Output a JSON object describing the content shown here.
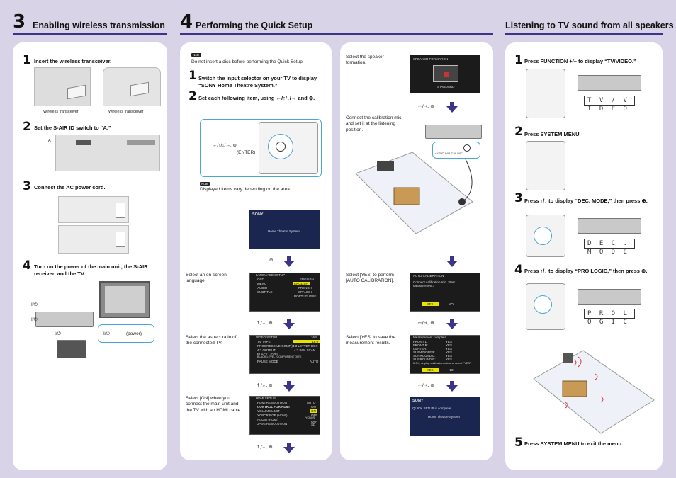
{
  "sec3": {
    "num": "3",
    "title": "Enabling wireless transmission",
    "step1": {
      "num": "1",
      "text": "Insert the wireless transceiver.",
      "label_a": "Wireless transceiver",
      "label_b": "Wireless transceiver"
    },
    "step2": {
      "num": "2",
      "text": "Set the S-AIR ID switch to “A.”",
      "label": "A"
    },
    "step3": {
      "num": "3",
      "text": "Connect the AC power cord."
    },
    "step4": {
      "num": "4",
      "text": "Turn on the power of the main unit, the S-AIR receiver, and the TV.",
      "power_a": "I/⏻",
      "power_b": "I/⏻",
      "power_c": "I/⏻",
      "power_label": "(power)"
    }
  },
  "sec4": {
    "num": "4",
    "title": "Performing the Quick Setup",
    "note_badge": "Note",
    "note1": "Do not insert a disc before performing the Quick Setup.",
    "step1": {
      "num": "1",
      "text": "Switch the input selector on your TV to display “SONY Home Theatre System.”"
    },
    "step2": {
      "num": "2",
      "text": "Set each following item, using ←/↑/↓/→ and ⊕.",
      "remote_label": "←/↑/↓/→, ⊕",
      "enter_label": "(ENTER)"
    },
    "note2": "Displayed items vary depending on the area.",
    "screens": {
      "sony_logo": "SONY",
      "welcome": "Home Theatre System",
      "language": {
        "caption": "Select an on-screen language.",
        "title": "LANGUAGE SETUP",
        "rows": [
          "OSD",
          "MENU",
          "AUDIO",
          "SUBTITLE"
        ],
        "options": [
          "ENGLISH",
          "ENGLISH",
          "FRENCH",
          "SPANISH",
          "PORTUGUESE"
        ]
      },
      "video": {
        "caption": "Select the aspect ratio of the connected TV.",
        "title": "VIDEO SETUP",
        "rows": [
          "TV TYPE",
          "PROGRESSIVE(COMP.)",
          "4:3 OUTPUT",
          "BLACK LEVEL",
          "BLACK LEVEL (COMPONENT OUT)",
          "PAUSE MODE"
        ],
        "options": [
          "16:9",
          "16:9",
          "4:3 LETTER BOX",
          "4:3 PAN SCAN",
          "AUTO"
        ]
      },
      "hdmi": {
        "caption": "Select [ON] when you connect the main unit and the TV with an HDMI cable.",
        "title": "HDMI SETUP",
        "rows": [
          "HDMI RESOLUTION",
          "CONTROL FOR HDMI",
          "VOLUME LIMIT",
          "YCBCR/RGB (HDMI)",
          "AUDIO (HDMI)",
          "JPEG RESOLUTION"
        ],
        "options": [
          "AUTO",
          "ON",
          "ON",
          "OFF",
          "YCBCR",
          "OFF",
          "SD"
        ]
      },
      "speaker": {
        "caption": "Select the speaker formation.",
        "title": "SPEAKER FORMATION",
        "label": "STANDARD"
      },
      "mic": {
        "caption": "Connect the calibration mic and set it at the listening position.",
        "jack_label": "AUDIO IN/A.CAL MIC"
      },
      "autocal": {
        "caption": "Select [YES] to perform [AUTO CALIBRATION].",
        "title": "AUTO CALIBRATION",
        "line": "Connect calibration mic. Start measurement?",
        "yes": "YES",
        "no": "NO"
      },
      "results": {
        "caption": "Select [YES] to save the measurement results.",
        "title": "Measurement complete.",
        "rows": [
          "FRONT L:",
          "FRONT R:",
          "CENTER:",
          "SUBWOOFER:",
          "SURROUND L:",
          "SURROUND R:"
        ],
        "vals": [
          "YES",
          "YES",
          "YES",
          "YES",
          "YES",
          "YES"
        ],
        "foot": "If OK, unplug calibration mic and select \"YES\".",
        "yes": "YES",
        "no": "NO"
      },
      "complete": {
        "sony_logo": "SONY",
        "line": "QUICK SETUP is complete.",
        "sub": "Home Theatre System"
      }
    },
    "nav": {
      "enter": "⊕",
      "updown_enter": "↑/↓, ⊕",
      "rl_enter": "←/→, ⊕"
    }
  },
  "sec5": {
    "title": "Listening to TV sound from all speakers",
    "step1": {
      "num": "1",
      "text": "Press FUNCTION +/– to display “TV/VIDEO.”",
      "lcd": "T V / V I D E O"
    },
    "step2": {
      "num": "2",
      "text": "Press SYSTEM MENU."
    },
    "step3": {
      "num": "3",
      "text": "Press ↑/↓ to display “DEC. MODE,” then press ⊕.",
      "lcd": "D E C . M O D E"
    },
    "step4": {
      "num": "4",
      "text": "Press ↑/↓ to display “PRO LOGIC,” then press ⊕.",
      "lcd": "P R O L O G I C"
    },
    "step5": {
      "num": "5",
      "text": "Press SYSTEM MENU to exit the menu."
    }
  }
}
